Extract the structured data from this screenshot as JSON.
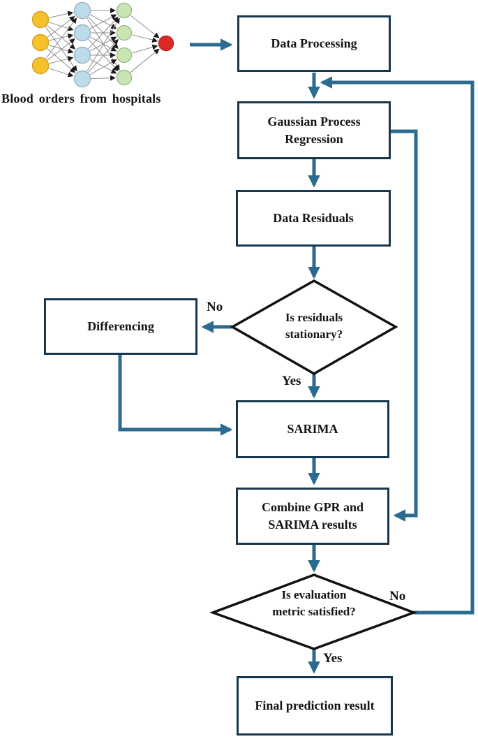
{
  "diagram": {
    "caption": "Blood orders from hospitals",
    "nodes": {
      "data_processing": "Data Processing",
      "gpr": "Gaussian Process Regression",
      "data_residuals": "Data Residuals",
      "differencing": "Differencing",
      "sarima": "SARIMA",
      "combine": "Combine GPR and SARIMA results",
      "final": "Final prediction result"
    },
    "decisions": {
      "residuals_stationary": "Is residuals stationary?",
      "evaluation_metric": "Is evaluation metric satisfied?"
    },
    "branch_labels": {
      "residuals_no": "No",
      "residuals_yes": "Yes",
      "evaluation_no": "No",
      "evaluation_yes": "Yes"
    },
    "colors": {
      "arrow": "#2a6b8f",
      "box_border": "#16374e",
      "diamond_border": "#111111",
      "text": "#141414",
      "nn_input_node": "#f5c12c",
      "nn_hidden1_node": "#bcdcec",
      "nn_hidden2_node": "#c9e5b2",
      "nn_output_node": "#dd2a26",
      "nn_edge": "#8f8f8f"
    }
  }
}
